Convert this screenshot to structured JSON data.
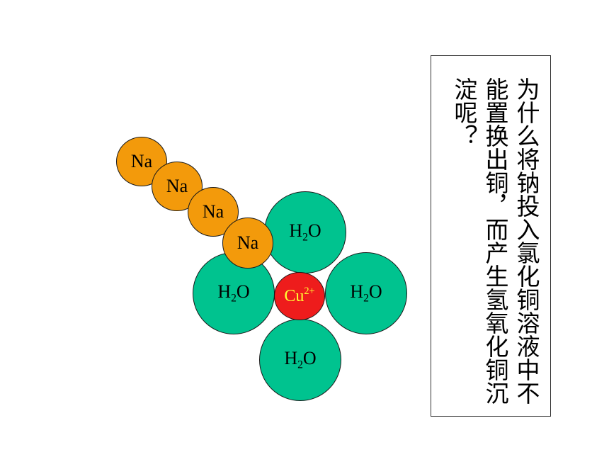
{
  "diagram": {
    "sodium_atoms": [
      {
        "label": "Na"
      },
      {
        "label": "Na"
      },
      {
        "label": "Na"
      },
      {
        "label": "Na"
      }
    ],
    "water_molecules": [
      {
        "base": "H",
        "sub": "2",
        "tail": "O"
      },
      {
        "base": "H",
        "sub": "2",
        "tail": "O"
      },
      {
        "base": "H",
        "sub": "2",
        "tail": "O"
      },
      {
        "base": "H",
        "sub": "2",
        "tail": "O"
      }
    ],
    "copper_ion": {
      "base": "Cu",
      "sup": "2+"
    },
    "colors": {
      "water": "#00c38f",
      "sodium": "#f39a0b",
      "copper": "#ee1c1c",
      "copper_text": "#ffff33"
    }
  },
  "question": {
    "text": "为什么将钠投入氯化铜溶液中不能置换出铜，而产生氢氧化铜沉淀呢？"
  }
}
